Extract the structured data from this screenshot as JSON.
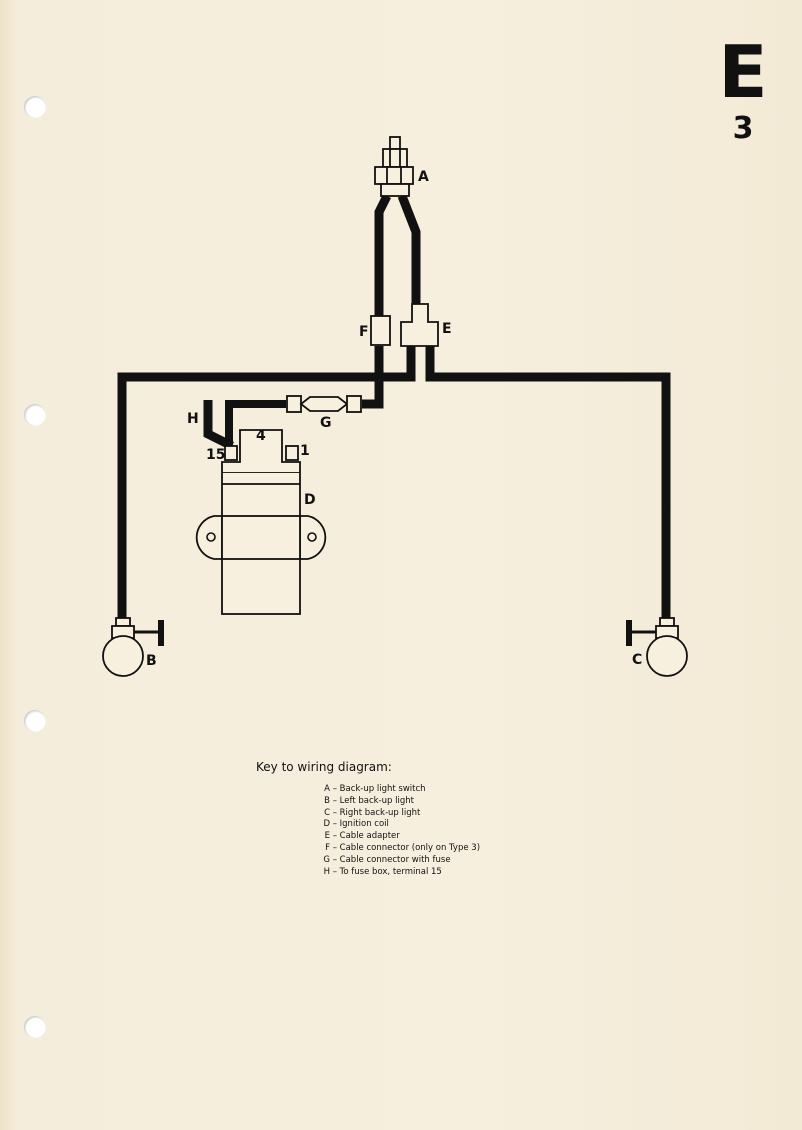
{
  "section": {
    "letter": "E",
    "number": "3"
  },
  "labels": {
    "A": "A",
    "B": "B",
    "C": "C",
    "D": "D",
    "E": "E",
    "F": "F",
    "G": "G",
    "H": "H",
    "terminal_4": "4",
    "terminal_15": "15",
    "terminal_1": "1"
  },
  "key": {
    "title": "Key to wiring diagram:",
    "items": [
      {
        "letter": "A",
        "text": "Back-up light switch"
      },
      {
        "letter": "B",
        "text": "Left back-up light"
      },
      {
        "letter": "C",
        "text": "Right back-up light"
      },
      {
        "letter": "D",
        "text": "Ignition coil"
      },
      {
        "letter": "E",
        "text": "Cable adapter"
      },
      {
        "letter": "F",
        "text": "Cable connector (only on Type 3)"
      },
      {
        "letter": "G",
        "text": "Cable connector with fuse"
      },
      {
        "letter": "H",
        "text": "To fuse box, terminal 15"
      }
    ]
  },
  "colors": {
    "ink": "#111111",
    "paper": "#f4ecd9"
  }
}
